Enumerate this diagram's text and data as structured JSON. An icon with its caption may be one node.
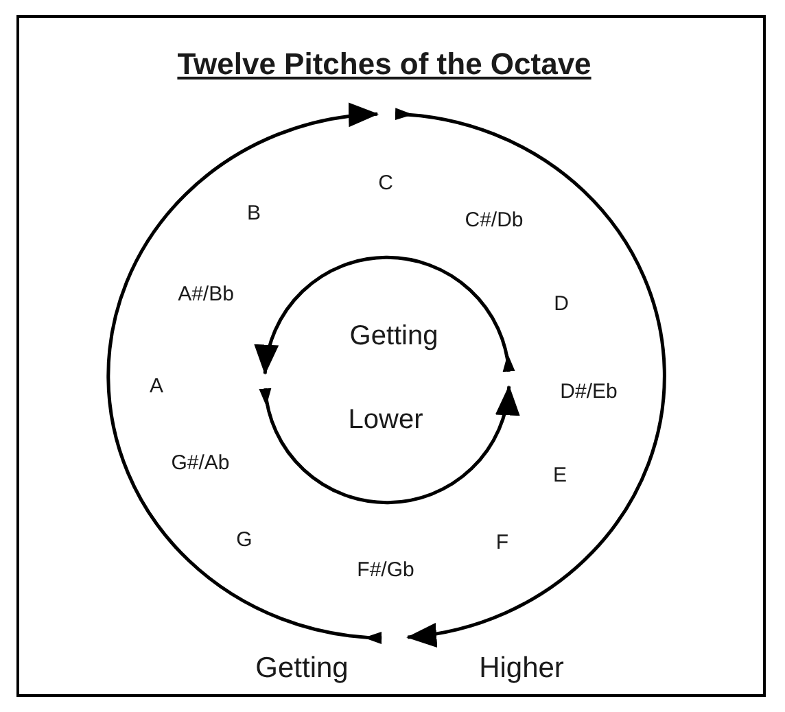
{
  "diagram": {
    "title": "Twelve Pitches of the Octave",
    "labels": [
      "C",
      "B",
      "C#/Db",
      "A#/Bb",
      "D",
      "Getting",
      "A",
      "D#/Eb",
      "Lower",
      "G#/Ab",
      "E",
      "G",
      "F",
      "F#/Gb",
      "Getting",
      "Higher"
    ]
  }
}
